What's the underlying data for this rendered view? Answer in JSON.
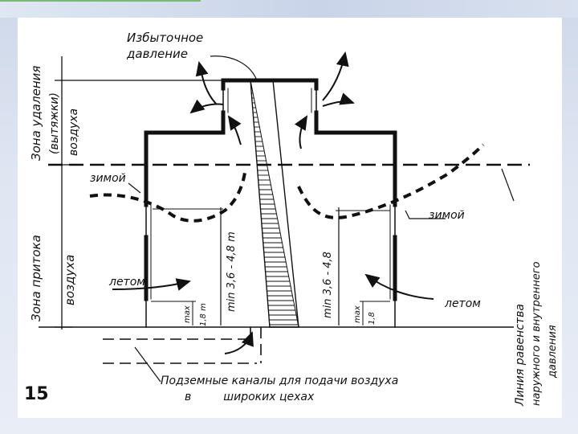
{
  "slide": {
    "number": "15"
  },
  "labels": {
    "excess_pressure_line1": "Избыточное",
    "excess_pressure_line2": "давление",
    "removal_zone_line1": "Зона удаления",
    "removal_zone_line2": "(вытяжки)",
    "removal_zone_line3": "воздуха",
    "supply_zone_line1": "Зона притока",
    "supply_zone_line2": "воздуха",
    "winter_left": "зимой",
    "winter_right": "зимой",
    "summer_left": "летом",
    "summer_right": "летом",
    "dim_left": "min 3,6 - 4,8 m",
    "dim_right": "min 3,6 - 4,8",
    "max_left": "max",
    "max_left_val": "1,8 m",
    "max_right": "max",
    "max_right_val": "1,8",
    "equality_line1": "Линия равенства",
    "equality_line2": "наружного и внутреннего",
    "equality_line3": "давления",
    "channels_line1": "Подземные каналы для подачи воздуха",
    "channels_line2": "в         широких цехах"
  }
}
